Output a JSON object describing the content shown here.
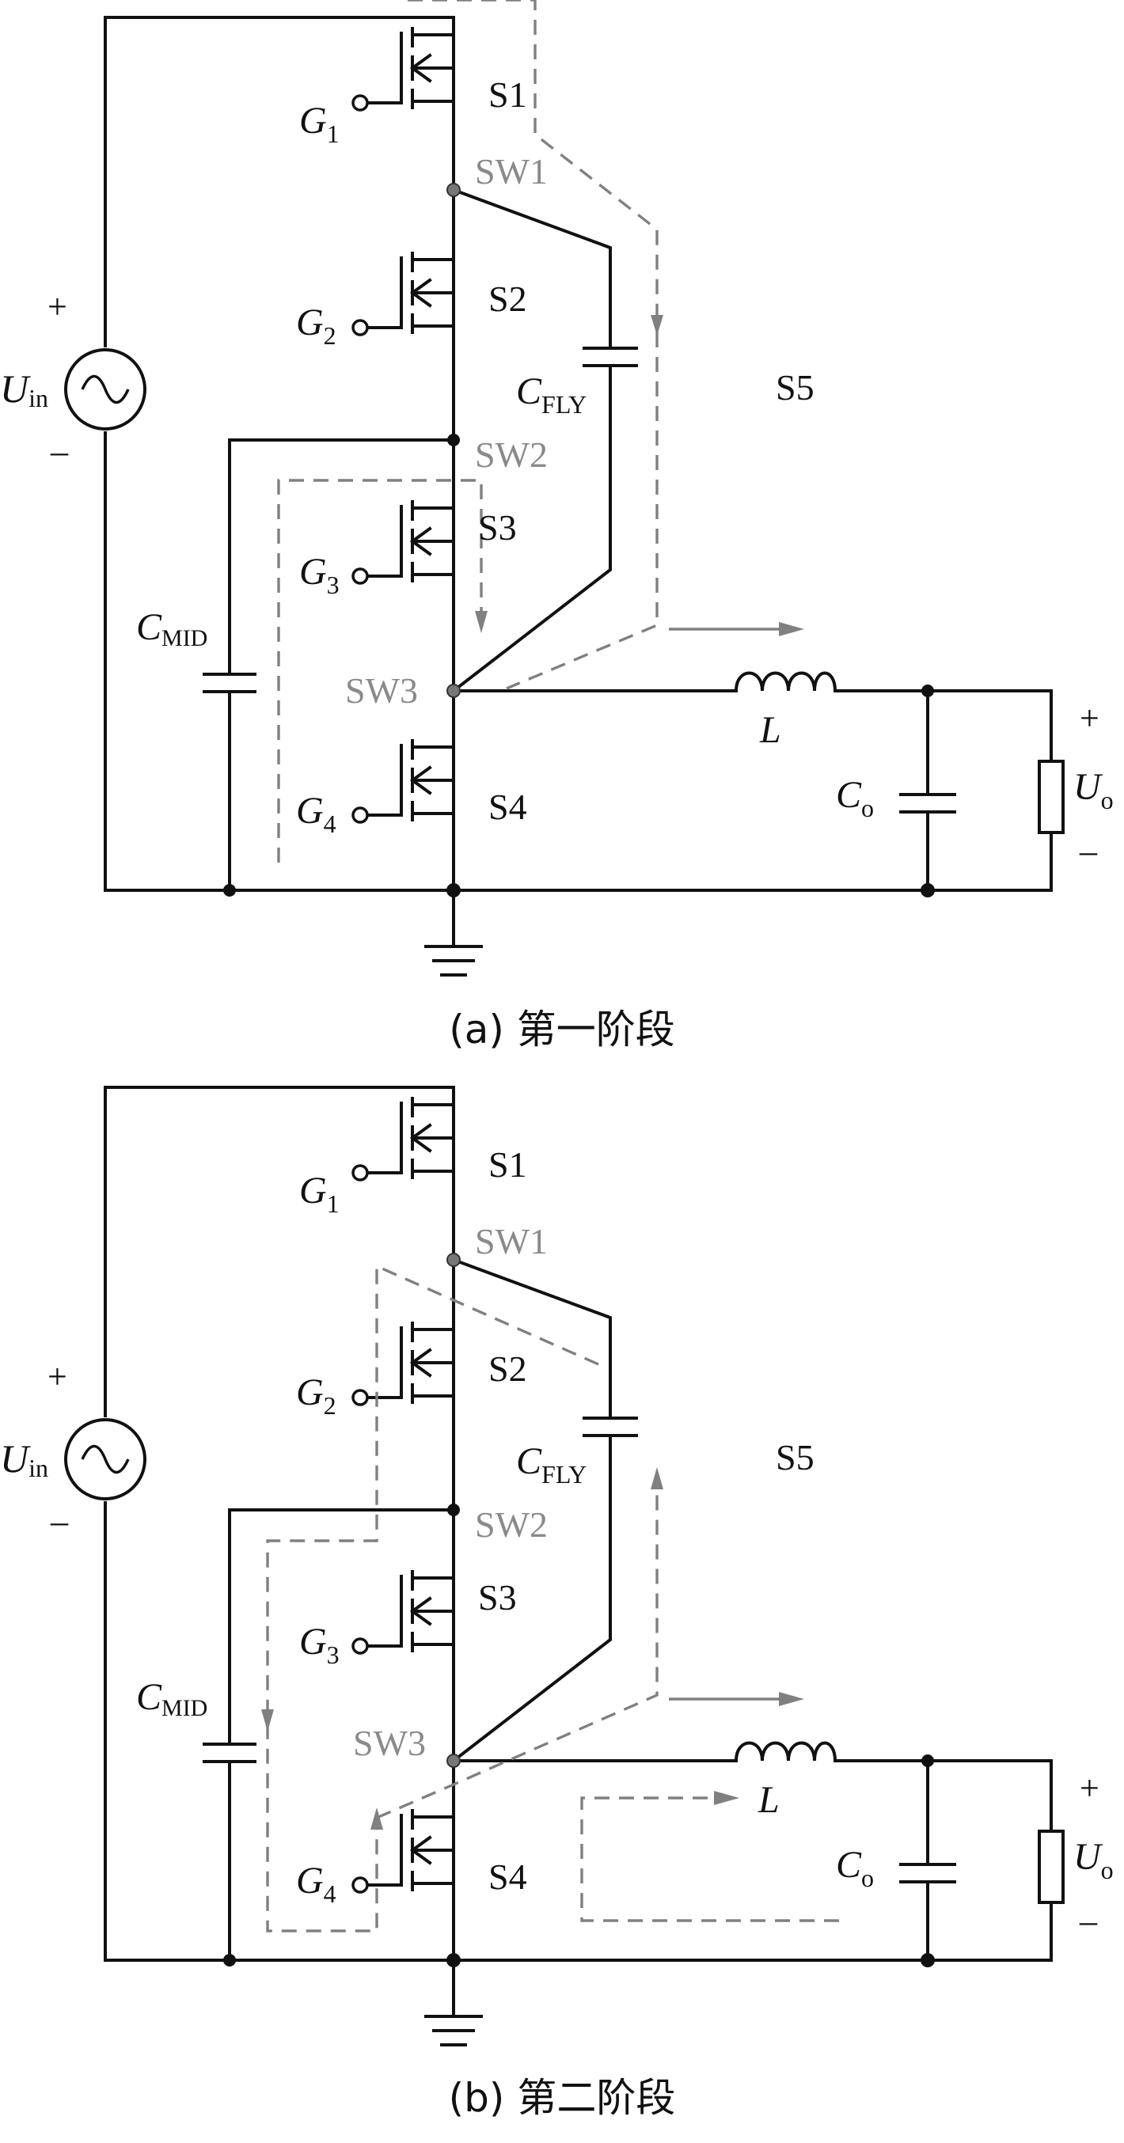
{
  "panel_a": {
    "caption": "(a) 第一阶段",
    "switches": [
      {
        "name": "S1",
        "gate": {
          "main": "G",
          "sub": "1"
        }
      },
      {
        "name": "S2",
        "gate": {
          "main": "G",
          "sub": "2"
        }
      },
      {
        "name": "S3",
        "gate": {
          "main": "G",
          "sub": "3"
        }
      },
      {
        "name": "S4",
        "gate": {
          "main": "G",
          "sub": "4"
        }
      }
    ],
    "s5": "S5",
    "nodes": {
      "sw1": "SW1",
      "sw2": "SW2",
      "sw3": "SW3"
    },
    "source": {
      "main": "U",
      "sub": "in",
      "plus": "+",
      "minus": "–"
    },
    "cfly": {
      "main": "C",
      "sub": "FLY"
    },
    "cmid": {
      "main": "C",
      "sub": "MID"
    },
    "inductor": "L",
    "cout": {
      "main": "C",
      "sub": "o"
    },
    "output": {
      "main": "U",
      "sub": "o",
      "plus": "+",
      "minus": "–"
    }
  },
  "panel_b": {
    "caption": "(b) 第二阶段",
    "switches": [
      {
        "name": "S1",
        "gate": {
          "main": "G",
          "sub": "1"
        }
      },
      {
        "name": "S2",
        "gate": {
          "main": "G",
          "sub": "2"
        }
      },
      {
        "name": "S3",
        "gate": {
          "main": "G",
          "sub": "3"
        }
      },
      {
        "name": "S4",
        "gate": {
          "main": "G",
          "sub": "4"
        }
      }
    ],
    "s5": "S5",
    "nodes": {
      "sw1": "SW1",
      "sw2": "SW2",
      "sw3": "SW3"
    },
    "source": {
      "main": "U",
      "sub": "in",
      "plus": "+",
      "minus": "–"
    },
    "cfly": {
      "main": "C",
      "sub": "FLY"
    },
    "cmid": {
      "main": "C",
      "sub": "MID"
    },
    "inductor": "L",
    "cout": {
      "main": "C",
      "sub": "o"
    },
    "output": {
      "main": "U",
      "sub": "o",
      "plus": "+",
      "minus": "–"
    }
  },
  "colors": {
    "wire": "#111111",
    "current_path": "#808080",
    "node_label": "#8a8a8a"
  }
}
